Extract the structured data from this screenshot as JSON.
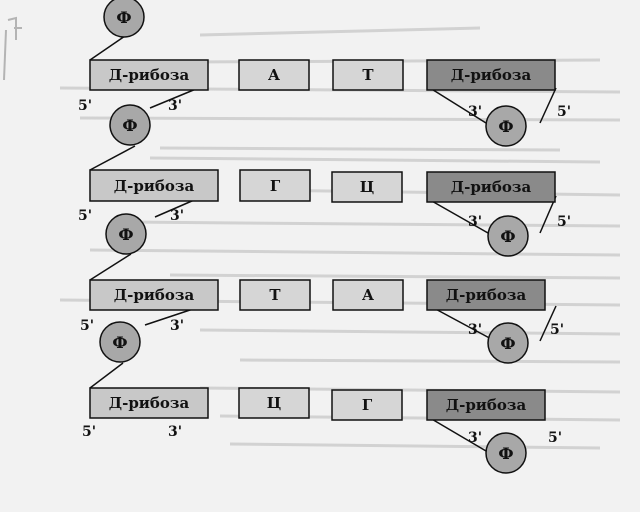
{
  "diagram": {
    "left_strand": {
      "sugar_label": "Д-рибоза",
      "bases": [
        "А",
        "Г",
        "Т",
        "Ц"
      ],
      "phosphate_label": "Ф",
      "end_5": "5'",
      "end_3": "3'"
    },
    "right_strand": {
      "sugar_label": "Д-рибоза",
      "bases": [
        "Т",
        "Ц",
        "А",
        "Г"
      ],
      "phosphate_label": "Ф",
      "end_5": "5'",
      "end_3": "3'"
    },
    "colors": {
      "left_sugar_fill": "#c8c8c8",
      "base_fill": "#d6d6d6",
      "right_sugar_fill": "#8a8a8a",
      "phosphate_fill": "#a8a8a8",
      "line": "#111111"
    }
  }
}
